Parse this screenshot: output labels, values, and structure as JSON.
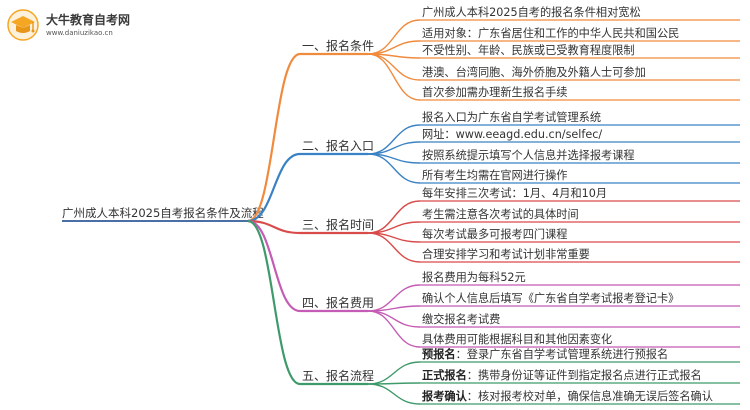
{
  "logo": {
    "title": "大牛教育自考网",
    "url": "www.daniuzikao.cn",
    "icon": "graduation-cap-icon",
    "color": "#f5a623"
  },
  "root": {
    "label": "广州成人本科2025自考报名条件及流程",
    "color": "#4a6fa5"
  },
  "branches": [
    {
      "label": "一、报名条件",
      "color": "#f08a3c",
      "items": [
        {
          "text": "广州成人本科2025自考的报名条件相对宽松"
        },
        {
          "text": "适用对象：广东省居住和工作的中华人民共和国公民"
        },
        {
          "text": "不受性别、年龄、民族或已受教育程度限制"
        },
        {
          "text": "港澳、台湾同胞、海外侨胞及外籍人士可参加"
        },
        {
          "text": "首次参加需办理新生报名手续"
        }
      ]
    },
    {
      "label": "二、报名入口",
      "color": "#3b82c4",
      "items": [
        {
          "text": "报名入口为广东省自学考试管理系统"
        },
        {
          "text": "网址：www.eeagd.edu.cn/selfec/"
        },
        {
          "text": "按照系统提示填写个人信息并选择报考课程"
        },
        {
          "text": "所有考生均需在官网进行操作"
        }
      ]
    },
    {
      "label": "三、报名时间",
      "color": "#d94a4a",
      "items": [
        {
          "text": "每年安排三次考试：1月、4月和10月"
        },
        {
          "text": "考生需注意各次考试的具体时间"
        },
        {
          "text": "每次考试最多可报考四门课程"
        },
        {
          "text": "合理安排学习和考试计划非常重要"
        }
      ]
    },
    {
      "label": "四、报名费用",
      "color": "#c45bb5",
      "items": [
        {
          "text": "报名费用为每科52元"
        },
        {
          "text": "确认个人信息后填写《广东省自学考试报考登记卡》"
        },
        {
          "text": "缴交报名考试费"
        },
        {
          "text": "具体费用可能根据科目和其他因素变化"
        }
      ]
    },
    {
      "label": "五、报名流程",
      "color": "#3f9a6b",
      "items": [
        {
          "bold": "预报名",
          "text": "：登录广东省自学考试管理系统进行预报名"
        },
        {
          "bold": "正式报名",
          "text": "：携带身份证等证件到指定报名点进行正式报名"
        },
        {
          "bold": "报考确认",
          "text": "：核对报考校对单，确保信息准确无误后签名确认"
        }
      ]
    }
  ]
}
